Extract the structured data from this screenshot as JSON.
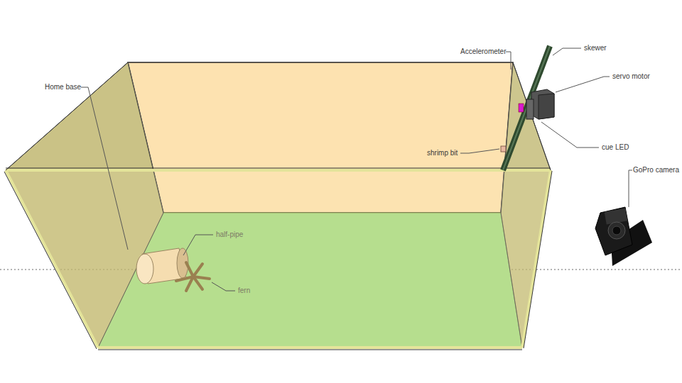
{
  "diagram": {
    "labels": [
      "Home base",
      "Accelerometer",
      "skewer",
      "servo motor",
      "cue LED",
      "shrimp bit",
      "GoPro camera",
      "half-pipe",
      "fern"
    ]
  }
}
